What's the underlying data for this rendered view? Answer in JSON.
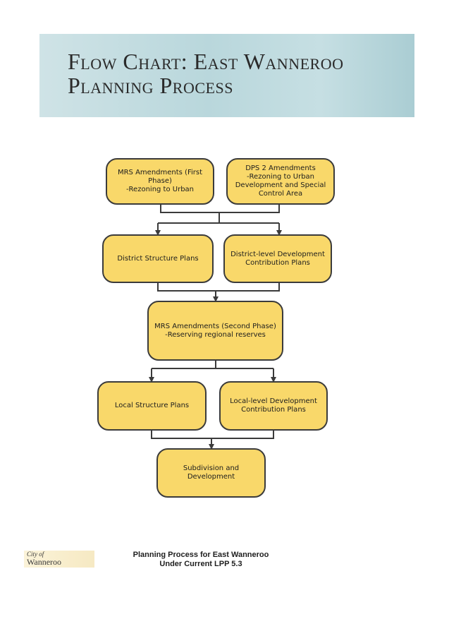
{
  "banner": {
    "title_line1": "Flow Chart: East Wanneroo",
    "title_line2": "Planning Process"
  },
  "nodes": {
    "mrs_first": "MRS Amendments (First Phase)\n-Rezoning to Urban",
    "dps2": "DPS 2 Amendments\n-Rezoning to Urban\nDevelopment and Special\nControl Area",
    "district_structure": "District Structure Plans",
    "district_dcp": "District-level Development\nContribution Plans",
    "mrs_second": "MRS Amendments (Second Phase)\n-Reserving regional reserves",
    "local_structure": "Local Structure Plans",
    "local_dcp": "Local-level Development\nContribution Plans",
    "subdivision": "Subdivision and\nDevelopment"
  },
  "footer": {
    "logo_line1": "City of",
    "logo_line2": "Wanneroo",
    "caption_line1": "Planning Process for East Wanneroo",
    "caption_line2": "Under Current LPP 5.3"
  },
  "colors": {
    "node_fill": "#f9d86a",
    "node_border": "#3b3b3b",
    "banner": "#b9d7dc"
  }
}
